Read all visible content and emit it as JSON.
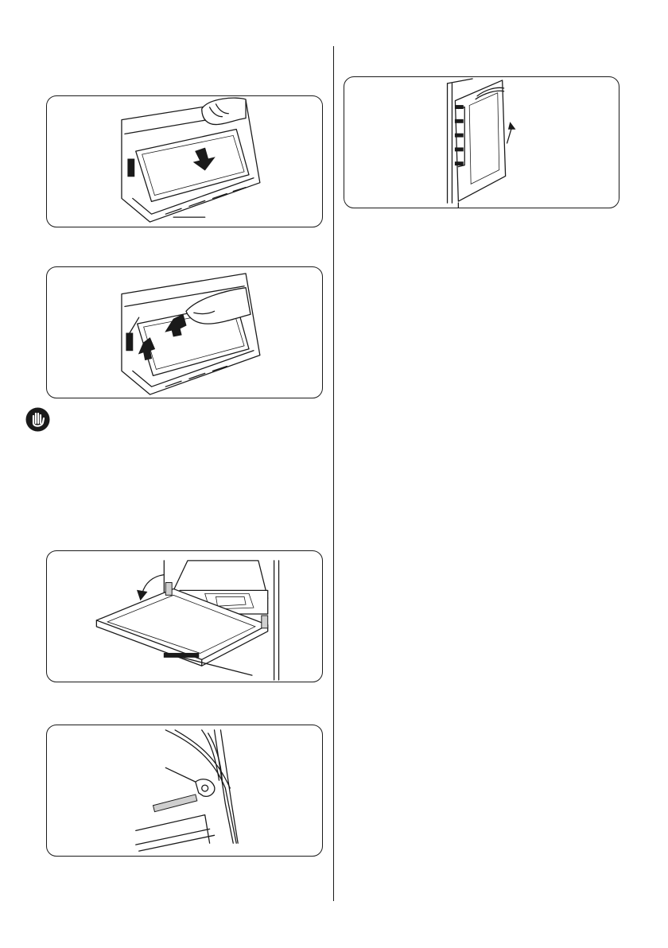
{
  "figures": [
    {
      "id": "fig-1",
      "illustration": "remove-inner-glass"
    },
    {
      "id": "fig-2",
      "illustration": "lift-inner-glass"
    },
    {
      "id": "fig-3",
      "illustration": "door-open"
    },
    {
      "id": "fig-4",
      "illustration": "hinge-lever"
    },
    {
      "id": "fig-5",
      "illustration": "door-lift-off"
    }
  ],
  "icons": {
    "warning": "hand-stop-icon"
  },
  "colors": {
    "line": "#1a1a1a",
    "background": "#ffffff"
  }
}
